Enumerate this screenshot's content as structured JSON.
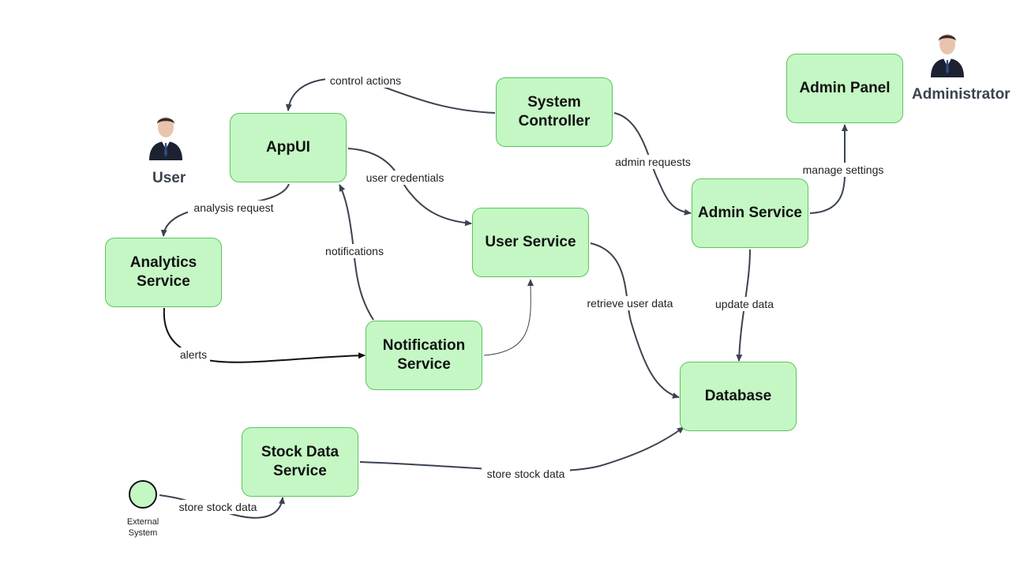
{
  "nodes": {
    "appui": "AppUI",
    "system_controller": "System\nController",
    "admin_panel": "Admin Panel",
    "analytics_service": "Analytics\nService",
    "user_service": "User Service",
    "admin_service": "Admin Service",
    "notification_service": "Notification\nService",
    "database": "Database",
    "stock_data_service": "Stock Data\nService"
  },
  "actors": {
    "user": "User",
    "administrator": "Administrator",
    "external_system": "External\nSystem"
  },
  "edges": {
    "control_actions": "control actions",
    "user_credentials": "user credentials",
    "admin_requests": "admin requests",
    "manage_settings": "manage settings",
    "analysis_request": "analysis request",
    "notifications": "notifications",
    "retrieve_user_data": "retrieve user data",
    "update_data": "update data",
    "alerts": "alerts",
    "store_stock_data_main": "store stock data",
    "store_stock_data_ext": "store stock data"
  },
  "colors": {
    "node_fill": "#c4f7c4",
    "node_border": "#5cc45c",
    "edge": "#3a4350",
    "actor_label": "#3a4350"
  }
}
